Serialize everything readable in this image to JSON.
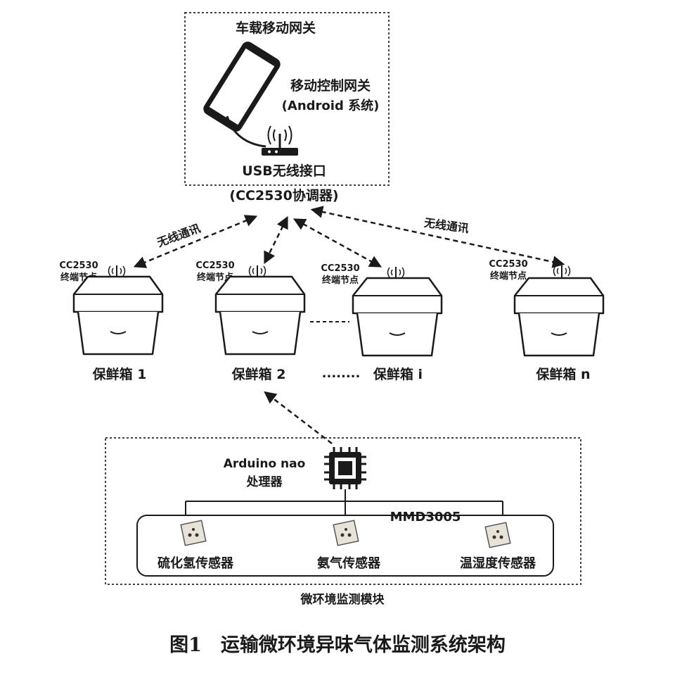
{
  "gateway": {
    "box_title": "车载移动网关",
    "phone_label_line1": "移动控制网关",
    "phone_label_line2": "(Android 系统)",
    "usb_label": "USB无线接口",
    "coordinator_label": "(CC2530协调器)"
  },
  "links": {
    "left_label": "无线通讯",
    "right_label": "无线通讯"
  },
  "boxes": [
    {
      "node_line1": "CC2530",
      "node_line2": "终端节点",
      "label": "保鲜箱 1"
    },
    {
      "node_line1": "CC2530",
      "node_line2": "终端节点",
      "label": "保鲜箱 2"
    },
    {
      "node_line1": "CC2530",
      "node_line2": "终端节点",
      "label": "保鲜箱 i"
    },
    {
      "node_line1": "CC2530",
      "node_line2": "终端节点",
      "label": "保鲜箱 n"
    }
  ],
  "ellipsis_label": "........",
  "module": {
    "processor_line1": "Arduino nao",
    "processor_line2": "处理器",
    "bus_label": "MMD3005",
    "sensors": [
      "硫化氢传感器",
      "氨气传感器",
      "温湿度传感器"
    ],
    "title": "微环境监测模块"
  },
  "caption": "图1　运输微环境异味气体监测系统架构"
}
